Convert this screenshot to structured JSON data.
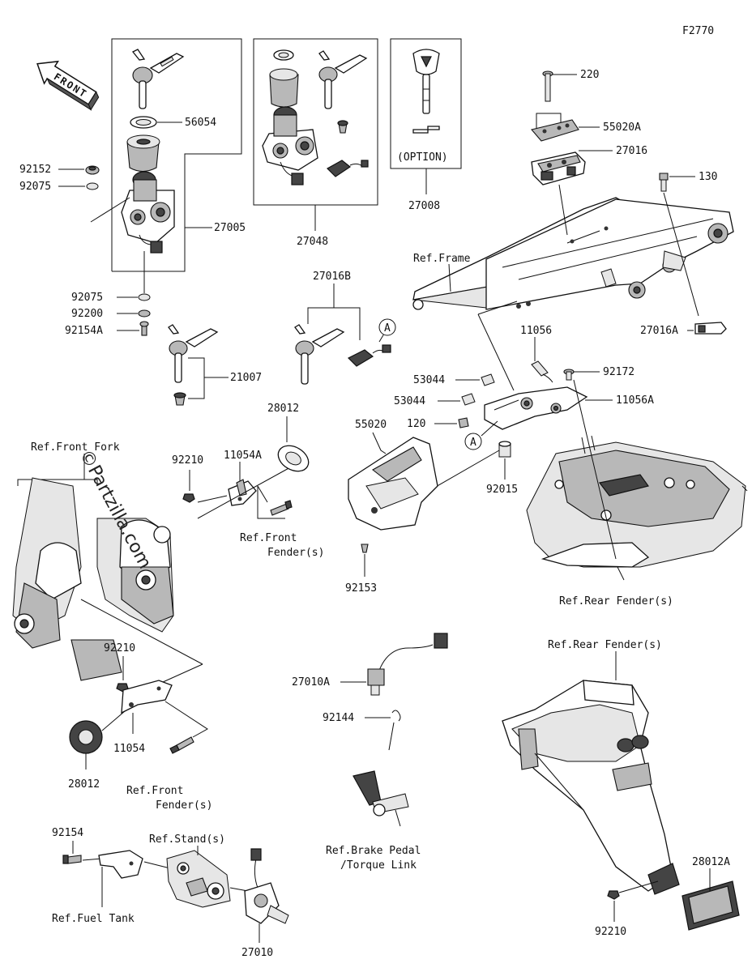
{
  "figure_code": "F2770",
  "front_label": "FRONT",
  "watermark": "©Partzilla.com",
  "option_label": "(OPTION)",
  "callout_letter": "A",
  "labels": {
    "p56054": "56054",
    "p92152": "92152",
    "p92075a": "92075",
    "p27005": "27005",
    "p92075b": "92075",
    "p92200": "92200",
    "p92154A": "92154A",
    "p27048": "27048",
    "p27008": "27008",
    "p27016B": "27016B",
    "p21007": "21007",
    "p28012a": "28012",
    "p220": "220",
    "p55020A": "55020A",
    "p27016": "27016",
    "p130": "130",
    "p27016A": "27016A",
    "p11056": "11056",
    "p92172": "92172",
    "p53044a": "53044",
    "p53044b": "53044",
    "p11056A": "11056A",
    "p120": "120",
    "p55020": "55020",
    "p92015": "92015",
    "p92153": "92153",
    "p92210a": "92210",
    "p11054A": "11054A",
    "p92210b": "92210",
    "p11054": "11054",
    "p28012b": "28012",
    "p27010A": "27010A",
    "p92144": "92144",
    "p92154": "92154",
    "p27010": "27010",
    "p28012A": "28012A",
    "p92210c": "92210"
  },
  "refs": {
    "frame": "Ref.Frame",
    "front_fork": "Ref.Front Fork",
    "front_fender_1_l1": "Ref.Front",
    "front_fender_1_l2": "Fender(s)",
    "front_fender_2_l1": "Ref.Front",
    "front_fender_2_l2": "Fender(s)",
    "rear_fender_1": "Ref.Rear Fender(s)",
    "rear_fender_2": "Ref.Rear Fender(s)",
    "brake_pedal_l1": "Ref.Brake Pedal",
    "brake_pedal_l2": "/Torque Link",
    "stand": "Ref.Stand(s)",
    "fuel_tank": "Ref.Fuel Tank"
  }
}
